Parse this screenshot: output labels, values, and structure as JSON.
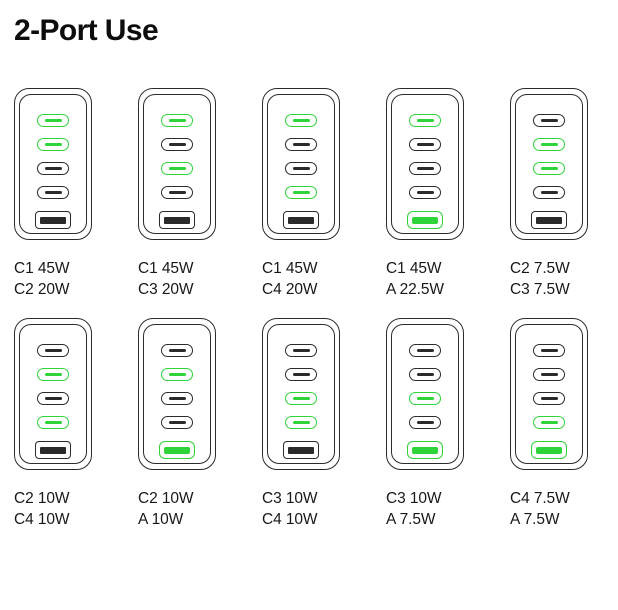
{
  "title": "2-Port Use",
  "colors": {
    "active_green": "#2fd43a",
    "outline": "#2b2b2b",
    "text": "#181818",
    "background": "#ffffff"
  },
  "port_layout": {
    "usb_c_count": 4,
    "usb_a_count": 1,
    "order": [
      "C1",
      "C2",
      "C3",
      "C4",
      "A"
    ]
  },
  "devices": [
    {
      "id": "device-1",
      "active_ports": [
        "C1",
        "C2"
      ],
      "port_states": [
        true,
        true,
        false,
        false,
        false
      ],
      "labels": [
        "C1 45W",
        "C2 20W"
      ]
    },
    {
      "id": "device-2",
      "active_ports": [
        "C1",
        "C3"
      ],
      "port_states": [
        true,
        false,
        true,
        false,
        false
      ],
      "labels": [
        "C1 45W",
        "C3 20W"
      ]
    },
    {
      "id": "device-3",
      "active_ports": [
        "C1",
        "C4"
      ],
      "port_states": [
        true,
        false,
        false,
        true,
        false
      ],
      "labels": [
        "C1 45W",
        "C4 20W"
      ]
    },
    {
      "id": "device-4",
      "active_ports": [
        "C1",
        "A"
      ],
      "port_states": [
        true,
        false,
        false,
        false,
        true
      ],
      "labels": [
        "C1 45W",
        "A 22.5W"
      ]
    },
    {
      "id": "device-5",
      "active_ports": [
        "C2",
        "C3"
      ],
      "port_states": [
        false,
        true,
        true,
        false,
        false
      ],
      "labels": [
        "C2 7.5W",
        "C3 7.5W"
      ]
    },
    {
      "id": "device-6",
      "active_ports": [
        "C2",
        "C4"
      ],
      "port_states": [
        false,
        true,
        false,
        true,
        false
      ],
      "labels": [
        "C2 10W",
        "C4 10W"
      ]
    },
    {
      "id": "device-7",
      "active_ports": [
        "C2",
        "A"
      ],
      "port_states": [
        false,
        true,
        false,
        false,
        true
      ],
      "labels": [
        "C2 10W",
        "A 10W"
      ]
    },
    {
      "id": "device-8",
      "active_ports": [
        "C3",
        "C4"
      ],
      "port_states": [
        false,
        false,
        true,
        true,
        false
      ],
      "labels": [
        "C3 10W",
        "C4 10W"
      ]
    },
    {
      "id": "device-9",
      "active_ports": [
        "C3",
        "A"
      ],
      "port_states": [
        false,
        false,
        true,
        false,
        true
      ],
      "labels": [
        "C3 10W",
        "A 7.5W"
      ]
    },
    {
      "id": "device-10",
      "active_ports": [
        "C4",
        "A"
      ],
      "port_states": [
        false,
        false,
        false,
        true,
        true
      ],
      "labels": [
        "C4 7.5W",
        "A 7.5W"
      ]
    }
  ]
}
